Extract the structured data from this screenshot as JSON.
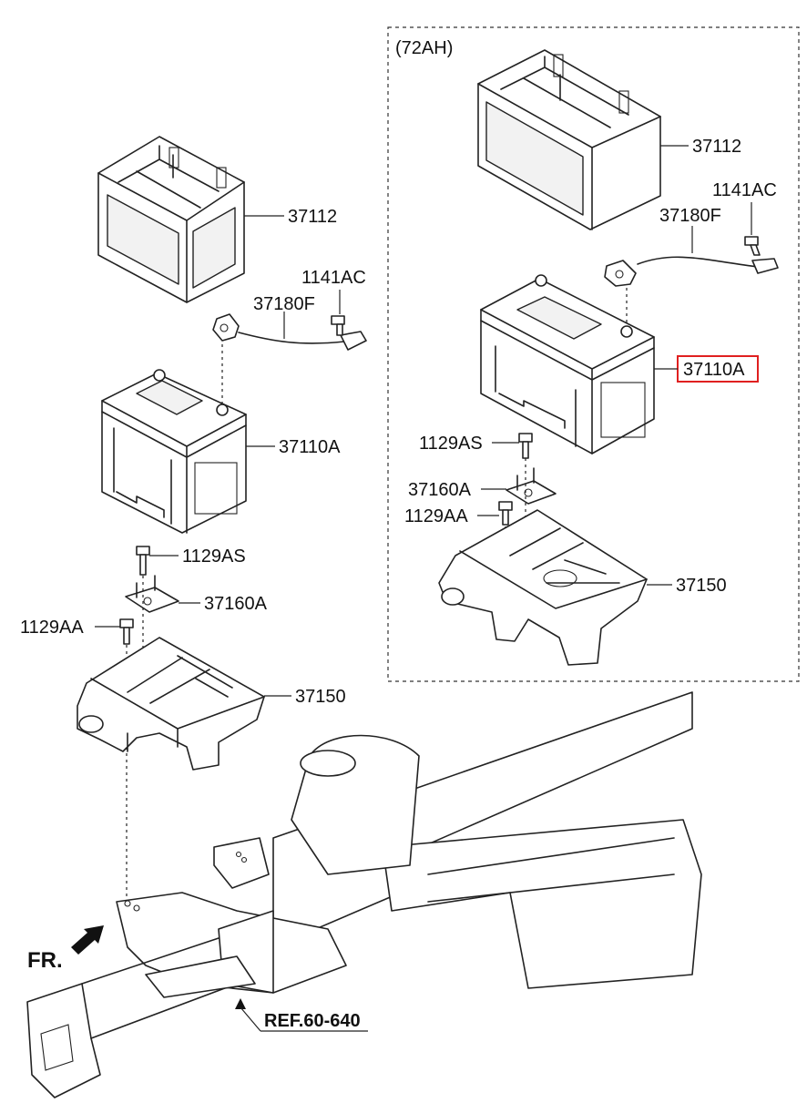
{
  "variant_label": "(72AH)",
  "labels": {
    "l_tray_37112": "37112",
    "l_bolt_1141ac": "1141AC",
    "l_cable_37180f": "37180F",
    "l_battery_37110a": "37110A",
    "l_bolt_1129as": "1129AS",
    "l_clamp_37160a": "37160A",
    "l_bolt_1129aa": "1129AA",
    "l_tray_37150": "37150",
    "r_tray_37112": "37112",
    "r_bolt_1141ac": "1141AC",
    "r_cable_37180f": "37180F",
    "r_battery_37110a": "37110A",
    "r_bolt_1129as": "1129AS",
    "r_clamp_37160a": "37160A",
    "r_bolt_1129aa": "1129AA",
    "r_tray_37150": "37150"
  },
  "front_label": "FR.",
  "reference": "REF.60-640",
  "highlight_color": "#e02020"
}
